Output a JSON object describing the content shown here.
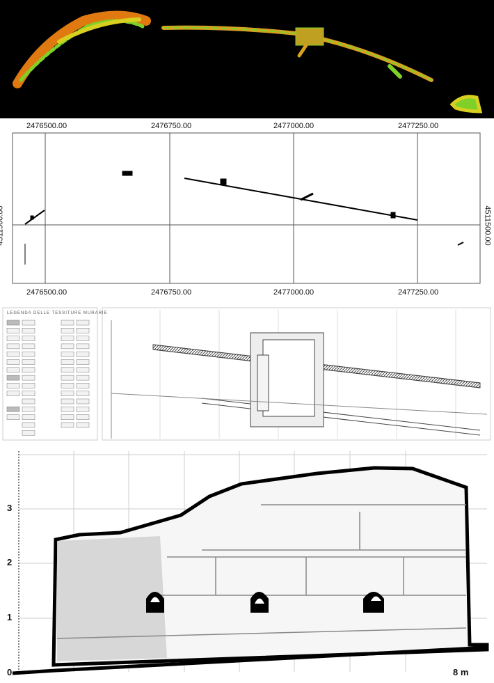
{
  "point_cloud_panel": {
    "colors": {
      "background": "#000000",
      "orange": "#e07a10",
      "green": "#7fd12a",
      "yellow": "#d8d020"
    }
  },
  "plan_panel": {
    "x_ticks": [
      "2476500.00",
      "2476750.00",
      "2477000.00",
      "2477250.00"
    ],
    "y_tick": "4511500.00"
  },
  "detail_panel": {
    "legend_title": "LEGENDA DELLE TESSITURE MURARIE"
  },
  "elevation_panel": {
    "y_ticks": [
      "0",
      "1",
      "2",
      "3"
    ],
    "scale_label": "8 m"
  }
}
